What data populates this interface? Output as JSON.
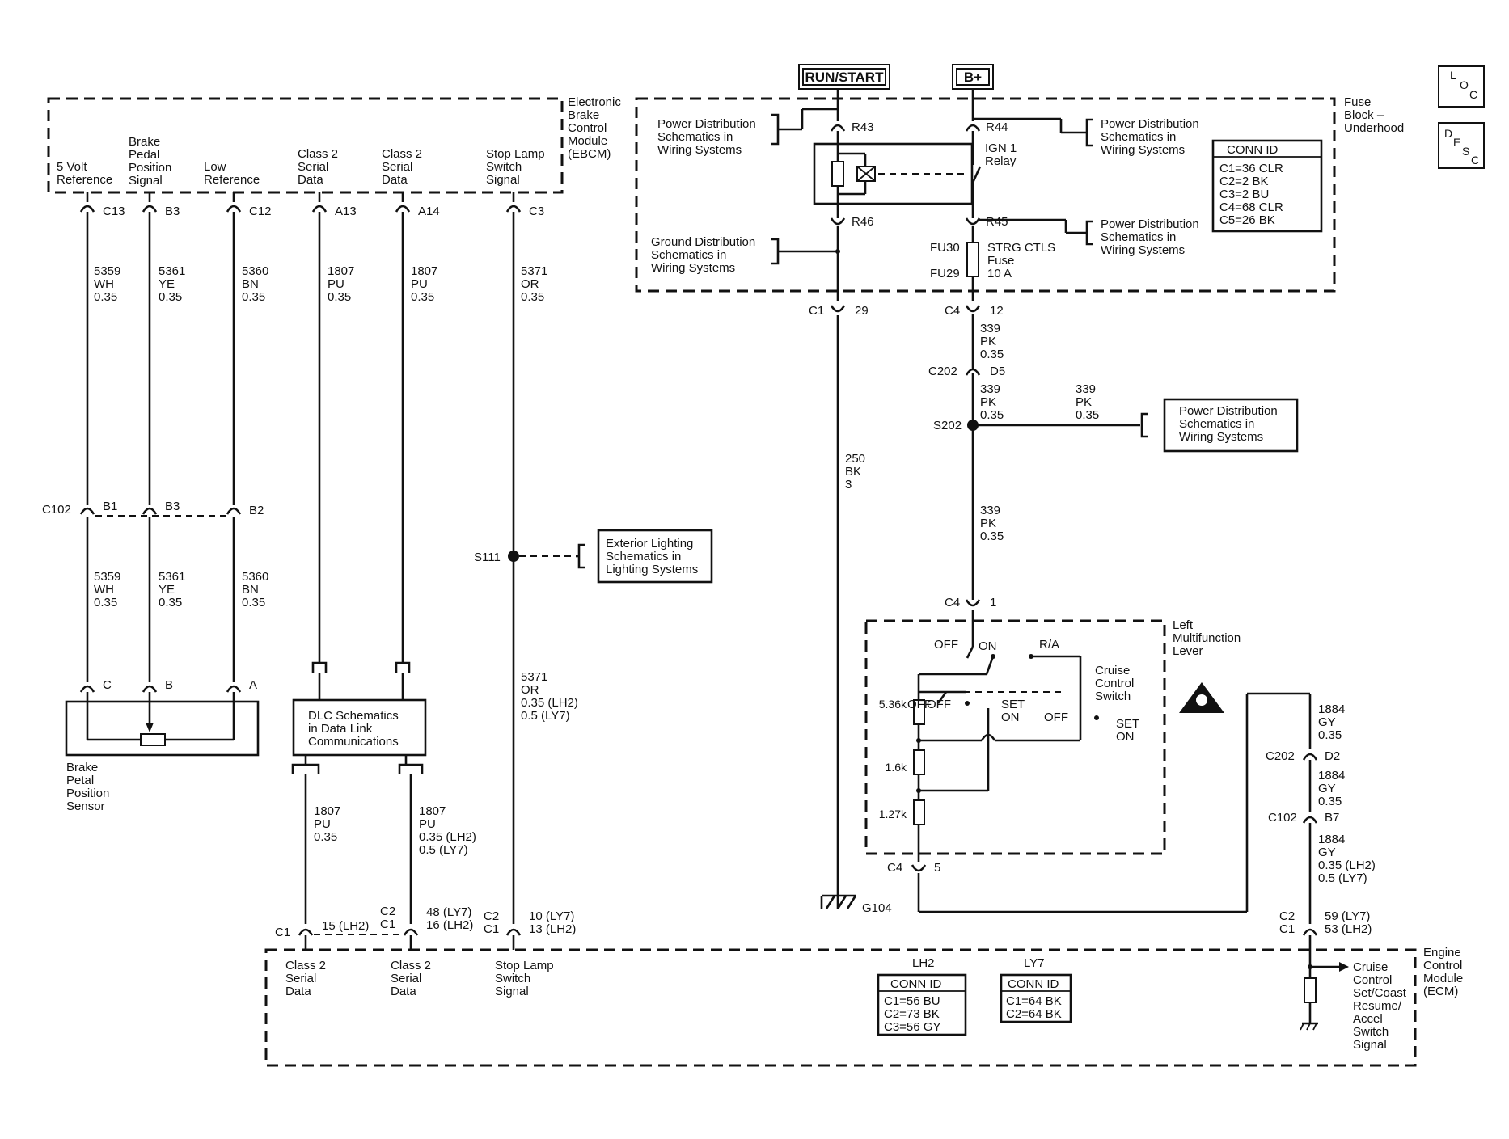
{
  "power_sources": {
    "run_start": "RUN/START",
    "b_plus": "B+"
  },
  "corner_icons": {
    "loc": [
      "L",
      "O",
      "C"
    ],
    "desc": [
      "D",
      "E",
      "S",
      "C"
    ]
  },
  "ebcm": {
    "name": [
      "Electronic",
      "Brake",
      "Control",
      "Module",
      "(EBCM)"
    ],
    "pins": [
      {
        "label": [
          "5 Volt",
          "Reference"
        ],
        "pin": "C13",
        "circuit": "5359",
        "color": "WH",
        "size": "0.35"
      },
      {
        "label": [
          "Brake",
          "Pedal",
          "Position",
          "Signal"
        ],
        "pin": "B3",
        "circuit": "5361",
        "color": "YE",
        "size": "0.35"
      },
      {
        "label": [
          "Low",
          "Reference"
        ],
        "pin": "C12",
        "circuit": "5360",
        "color": "BN",
        "size": "0.35"
      },
      {
        "label": [
          "Class 2",
          "Serial",
          "Data"
        ],
        "pin": "A13",
        "circuit": "1807",
        "color": "PU",
        "size": "0.35"
      },
      {
        "label": [
          "Class 2",
          "Serial",
          "Data"
        ],
        "pin": "A14",
        "circuit": "1807",
        "color": "PU",
        "size": "0.35"
      },
      {
        "label": [
          "Stop Lamp",
          "Switch",
          "Signal"
        ],
        "pin": "C3",
        "circuit": "5371",
        "color": "OR",
        "size": "0.35"
      }
    ]
  },
  "c102": {
    "name": "C102",
    "pins": [
      "B1",
      "B3",
      "B2"
    ]
  },
  "c102_lower": [
    {
      "circuit": "5359",
      "color": "WH",
      "size": "0.35"
    },
    {
      "circuit": "5361",
      "color": "YE",
      "size": "0.35"
    },
    {
      "circuit": "5360",
      "color": "BN",
      "size": "0.35"
    }
  ],
  "sensor": {
    "pins": [
      "C",
      "B",
      "A"
    ],
    "name": [
      "Brake",
      "Petal",
      "Position",
      "Sensor"
    ]
  },
  "dlc": {
    "text": [
      "DLC Schematics",
      "in Data Link",
      "Communications"
    ],
    "wire_left": [
      "1807",
      "PU",
      "0.35"
    ],
    "wire_right": [
      "1807",
      "PU",
      "0.35  (LH2)",
      "0.5    (LY7)"
    ]
  },
  "s111": {
    "name": "S111",
    "ref": [
      "Exterior Lighting",
      "Schematics in",
      "Lighting Systems"
    ],
    "wire": [
      "5371",
      "OR",
      "0.35  (LH2)",
      "0.5    (LY7)"
    ]
  },
  "fuse_block": {
    "name": [
      "Fuse",
      "Block –",
      "Underhood"
    ],
    "r43": "R43",
    "r44": "R44",
    "r45": "R45",
    "r46": "R46",
    "relay": [
      "IGN 1",
      "Relay"
    ],
    "fuse": {
      "top": "FU30",
      "bottom": "FU29",
      "label": [
        "STRG CTLS",
        "Fuse",
        "10 A"
      ]
    },
    "refs_power": [
      "Power Distribution",
      "Schematics in",
      "Wiring Systems"
    ],
    "refs_ground": [
      "Ground Distribution",
      "Schematics in",
      "Wiring Systems"
    ],
    "conn_id_title": "CONN ID",
    "conn_ids": [
      "C1=36 CLR",
      "C2=2 BK",
      "C3=2 BU",
      "C4=68 CLR",
      "C5=26 BK"
    ]
  },
  "ground_path": {
    "conn": "C1",
    "pin": "29",
    "wire": [
      "250",
      "BK",
      "3"
    ],
    "ground": "G104"
  },
  "pk_path": {
    "c4_12": {
      "conn": "C4",
      "pin": "12"
    },
    "wire1": [
      "339",
      "PK",
      "0.35"
    ],
    "c202": {
      "conn": "C202",
      "pin": "D5"
    },
    "wire2": [
      "339",
      "PK",
      "0.35"
    ],
    "wire_branch": [
      "339",
      "PK",
      "0.35"
    ],
    "splice": "S202",
    "branch_ref": [
      "Power Distribution",
      "Schematics in",
      "Wiring Systems"
    ],
    "wire3": [
      "339",
      "PK",
      "0.35"
    ],
    "c4_1": {
      "conn": "C4",
      "pin": "1"
    }
  },
  "lever": {
    "name": [
      "Left",
      "Multifunction",
      "Lever"
    ],
    "off": "OFF",
    "on": "ON",
    "ra": "R/A",
    "cruise": [
      "Cruise",
      "Control",
      "Switch"
    ],
    "off2": "OFF",
    "set_on": [
      "SET",
      "ON"
    ],
    "off3": "OFF",
    "set_on2": [
      "SET",
      "ON"
    ],
    "resistors": [
      "5.36k",
      "1.6k",
      "1.27k"
    ],
    "c4_5": {
      "conn": "C4",
      "pin": "5"
    }
  },
  "gy_path": {
    "wire1": [
      "1884",
      "GY",
      "0.35"
    ],
    "c202": {
      "conn": "C202",
      "pin": "D2"
    },
    "wire2": [
      "1884",
      "GY",
      "0.35"
    ],
    "c102": {
      "conn": "C102",
      "pin": "B7"
    },
    "wire3": [
      "1884",
      "GY",
      "0.35  (LH2)",
      "0.5    (LY7)"
    ]
  },
  "ecm": {
    "name": [
      "Engine",
      "Control",
      "Module",
      "(ECM)"
    ],
    "pins": [
      {
        "conn": "C1",
        "pin": "15  (LH2)",
        "label": [
          "Class 2",
          "Serial",
          "Data"
        ]
      },
      {
        "conn": [
          "C2",
          "C1"
        ],
        "pin": [
          "48  (LY7)",
          "16  (LH2)"
        ],
        "label": [
          "Class 2",
          "Serial",
          "Data"
        ]
      },
      {
        "conn": [
          "C2",
          "C1"
        ],
        "pin": [
          "10  (LY7)",
          "13  (LH2)"
        ],
        "label": [
          "Stop Lamp",
          "Switch",
          "Signal"
        ]
      },
      {
        "conn": [
          "C2",
          "C1"
        ],
        "pin": [
          "59  (LY7)",
          "53  (LH2)"
        ],
        "label": [
          "Cruise",
          "Control",
          "Set/Coast",
          "Resume/",
          "Accel",
          "Switch",
          "Signal"
        ]
      }
    ],
    "lh2": {
      "title": "LH2",
      "conn_id_title": "CONN ID",
      "ids": [
        "C1=56 BU",
        "C2=73 BK",
        "C3=56 GY"
      ]
    },
    "ly7": {
      "title": "LY7",
      "conn_id_title": "CONN ID",
      "ids": [
        "C1=64 BK",
        "C2=64 BK"
      ]
    }
  }
}
